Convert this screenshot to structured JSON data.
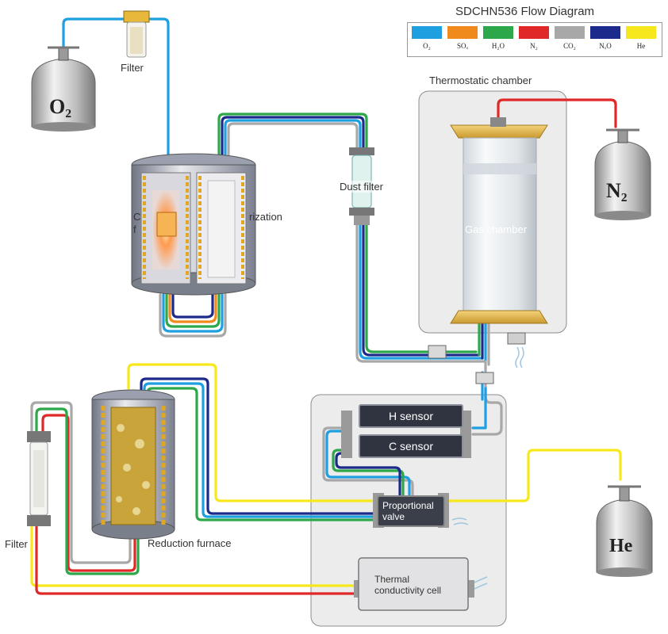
{
  "title": "SDCHN536 Flow Diagram",
  "legend": [
    {
      "label": "O₂",
      "color": "#1e9fe0"
    },
    {
      "label": "SOₓ",
      "color": "#f08a1c"
    },
    {
      "label": "H₂O",
      "color": "#2ca84a"
    },
    {
      "label": "N₂",
      "color": "#e02828"
    },
    {
      "label": "CO₂",
      "color": "#a8a8a8"
    },
    {
      "label": "NₓO",
      "color": "#1c2a8c"
    },
    {
      "label": "He",
      "color": "#f6e81c"
    }
  ],
  "cylinders": {
    "o2": "O₂",
    "n2": "N₂",
    "he": "He"
  },
  "labels": {
    "filter_top": "Filter",
    "filter_left": "Filter",
    "dust_filter": "Dust filter",
    "combustion_partial_1": "C",
    "combustion_partial_2": "f",
    "purification_partial": "rization",
    "thermostatic_chamber": "Thermostatic chamber",
    "gas_chamber": "Gas chamber",
    "h_sensor": "H sensor",
    "c_sensor": "C sensor",
    "proportional_valve_1": "Proportional",
    "proportional_valve_2": "valve",
    "reduction_furnace": "Reduction furnace",
    "tcc_1": "Thermal",
    "tcc_2": "conductivity cell"
  }
}
